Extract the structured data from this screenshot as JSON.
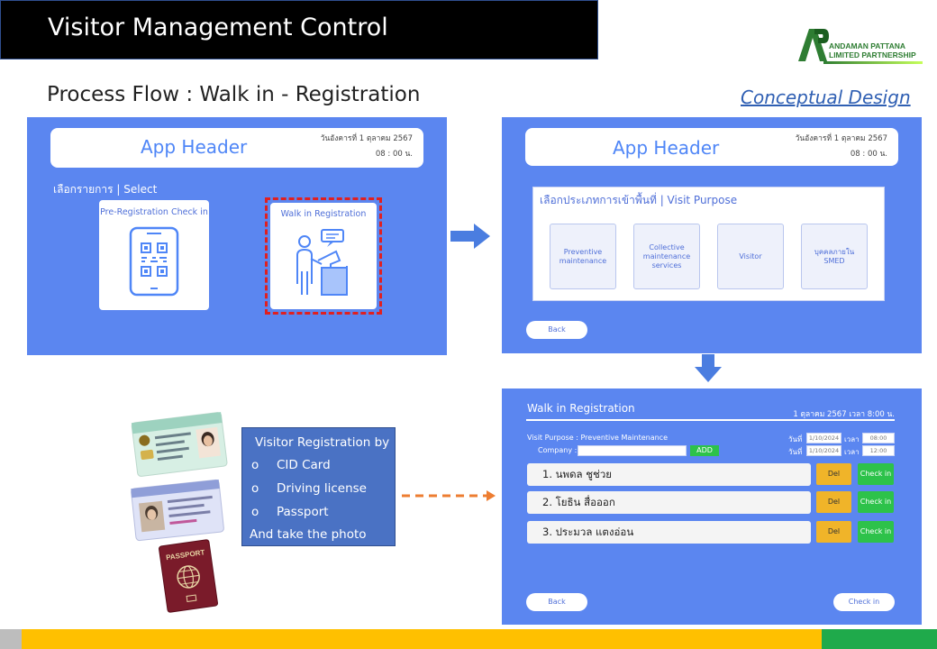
{
  "slide": {
    "title": "Visitor Management Control",
    "subtitle": "Process Flow : Walk in - Registration",
    "conceptual_link": "Conceptual Design"
  },
  "logo": {
    "line1": "ANDAMAN PATTANA",
    "line2": "LIMITED PARTNERSHIP"
  },
  "screen1": {
    "app_header": "App Header",
    "date_line": "วันอังคารที่ 1 ตุลาคม 2567",
    "time_line": "08 : 00 น.",
    "select_label": "เลือกรายการ | Select",
    "card_preregistration": "Pre-Registration Check in",
    "card_walkin": "Walk in Registration"
  },
  "screen2": {
    "app_header": "App Header",
    "date_line": "วันอังคารที่ 1 ตุลาคม 2567",
    "time_line": "08 : 00 น.",
    "purpose_title": "เลือกประเภทการเข้าพื้นที่ | Visit Purpose",
    "tiles": [
      "Preventive maintenance",
      "Collective maintenance services",
      "Visitor",
      "บุคคลภายใน SMED"
    ],
    "back": "Back"
  },
  "screen3": {
    "title": "Walk in Registration",
    "datetime": "1 ตุลาคม 2567 เวลา 8:00 น.",
    "visit_purpose": "Visit Purpose :  Preventive Maintenance",
    "company_label": "Company :",
    "add_button": "ADD",
    "date_label": "วันที่",
    "time_label": "เวลา",
    "start_date": "1/10/2024",
    "start_time": "08:00",
    "end_date": "1/10/2024",
    "end_time": "12:00",
    "visitors": [
      "1. นพดล ชูช่วย",
      "2. โยธิน สื่อออก",
      "3. ประมวล แตงอ่อน"
    ],
    "del_label": "Del",
    "checkin_label": "Check in",
    "back": "Back",
    "checkin_button": "Check in"
  },
  "textbox": {
    "line1": "Visitor Registration by",
    "bullet": "o",
    "item1": "CID Card",
    "item2": "Driving license",
    "item3": "Passport",
    "line5": "And take the photo"
  },
  "colors": {
    "panel_blue": "#5b86f0",
    "accent_blue": "#4f86f7",
    "arrow_orange": "#ed7d31",
    "delete_yellow": "#f0b429",
    "checkin_green": "#2dc24a"
  }
}
